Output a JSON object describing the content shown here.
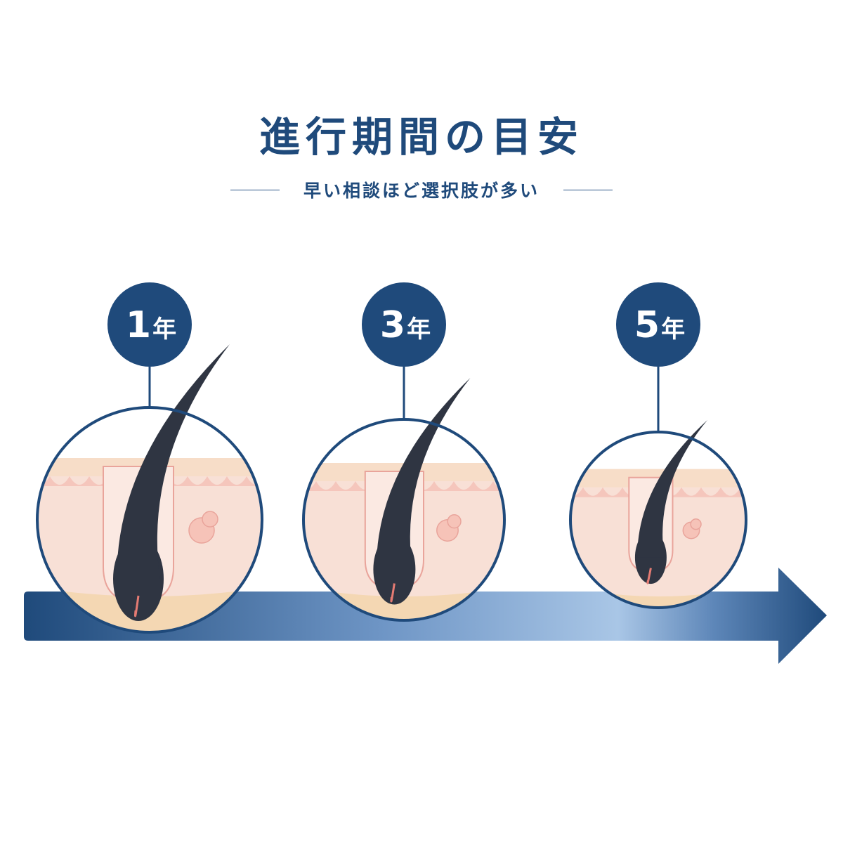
{
  "header": {
    "title": "進行期間の目安",
    "subtitle": "早い相談ほど選択肢が多い"
  },
  "stages": [
    {
      "num": "1",
      "unit": "年"
    },
    {
      "num": "3",
      "unit": "年"
    },
    {
      "num": "5",
      "unit": "年"
    }
  ],
  "colors": {
    "navy": "#1f4a7b",
    "arrow_light": "#a9c6e6",
    "skin_top": "#f7ddc8",
    "dermis": "#f8e0d6",
    "epidermis": "#f3b0a8",
    "fat": "#f4d7b3",
    "hair": "#2f3542"
  }
}
